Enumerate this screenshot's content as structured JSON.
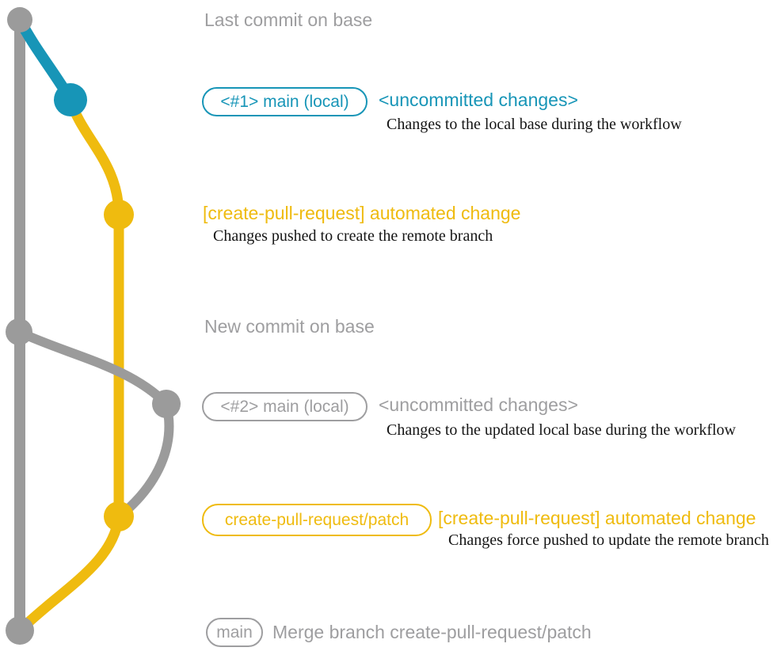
{
  "colors": {
    "base_gray": "#9b9b9b",
    "gray_text": "#9e9ea0",
    "blue": "#1795b7",
    "yellow": "#efbb0f",
    "caption_text": "#151515",
    "background": "#ffffff"
  },
  "annotations": {
    "last_commit": "Last commit on base",
    "new_commit": "New commit on base",
    "row1": {
      "badge": "<#1> main (local)",
      "heading": "<uncommitted changes>",
      "caption": "Changes to the local base during the workflow"
    },
    "row2": {
      "heading": "[create-pull-request] automated change",
      "caption": "Changes pushed to create the remote branch"
    },
    "row3": {
      "badge": "<#2> main (local)",
      "heading": "<uncommitted changes>",
      "caption": "Changes to the updated local base during the workflow"
    },
    "row4": {
      "badge": "create-pull-request/patch",
      "heading": "[create-pull-request] automated change",
      "caption": "Changes force pushed to update the remote branch"
    },
    "row5": {
      "badge": "main",
      "heading": "Merge branch create-pull-request/patch"
    }
  }
}
